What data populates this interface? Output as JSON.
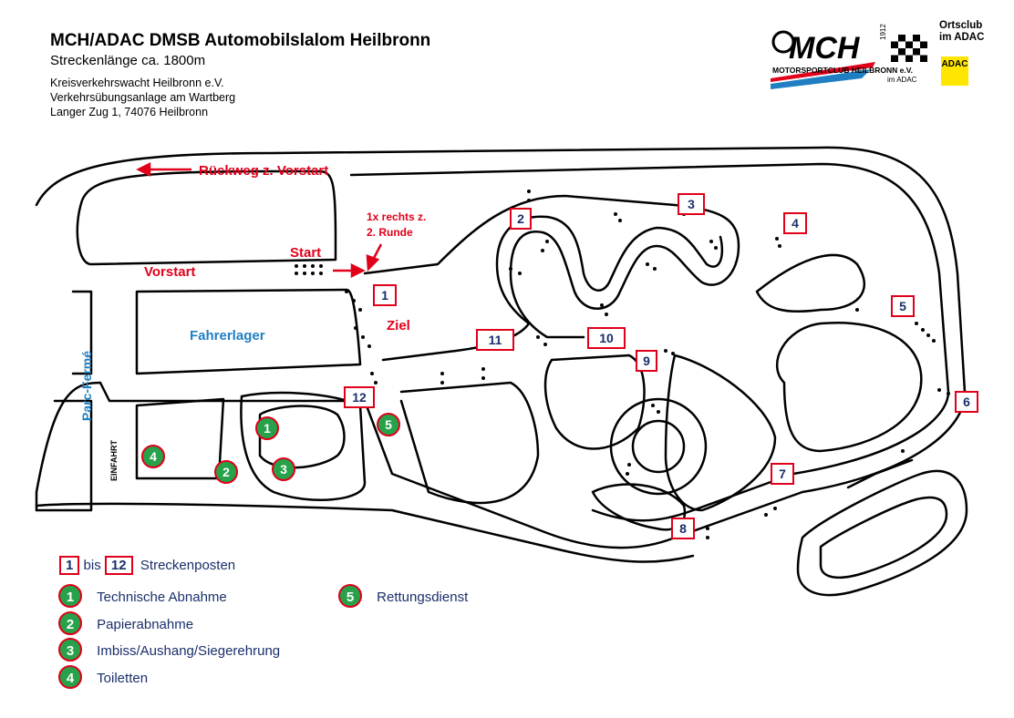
{
  "header": {
    "title": "MCH/ADAC DMSB Automobilslalom Heilbronn",
    "subtitle": "Streckenlänge ca. 1800m",
    "address": [
      "Kreisverkehrswacht Heilbronn e.V.",
      "Verkehrsübungsanlage am Wartberg",
      "Langer Zug 1, 74076 Heilbronn"
    ]
  },
  "logo": {
    "mch": "MCH",
    "year": "1912",
    "club_name": "MOTORSPORTCLUB HEILBRONN e.V.",
    "club_sub": "im ADAC",
    "ortsclub": [
      "Ortsclub",
      "im ADAC"
    ],
    "adac": "ADAC"
  },
  "map_labels": {
    "rueckweg": "Rückweg z. Vorstart",
    "start": "Start",
    "vorstart": "Vorstart",
    "ziel": "Ziel",
    "rechts": [
      "1x rechts z.",
      "2. Runde"
    ],
    "fahrerlager": "Fahrerlager",
    "parc_ferme": "Parc-Fermé",
    "einfahrt": "EINFAHRT"
  },
  "posts": [
    "1",
    "2",
    "3",
    "4",
    "5",
    "6",
    "7",
    "8",
    "9",
    "10",
    "11",
    "12"
  ],
  "facilities": [
    "1",
    "2",
    "3",
    "4",
    "5"
  ],
  "legend": {
    "range_from": "1",
    "range_word": "bis",
    "range_to": "12",
    "posts_label": "Streckenposten",
    "items": [
      {
        "num": "1",
        "label": "Technische Abnahme"
      },
      {
        "num": "2",
        "label": "Papierabnahme"
      },
      {
        "num": "3",
        "label": "Imbiss/Aushang/Siegerehrung"
      },
      {
        "num": "4",
        "label": "Toiletten"
      },
      {
        "num": "5",
        "label": "Rettungsdienst"
      }
    ]
  },
  "colors": {
    "red": "#e0001a",
    "blue": "#1a2f6b",
    "light_blue": "#1f7fc2",
    "green": "#27a14a"
  }
}
